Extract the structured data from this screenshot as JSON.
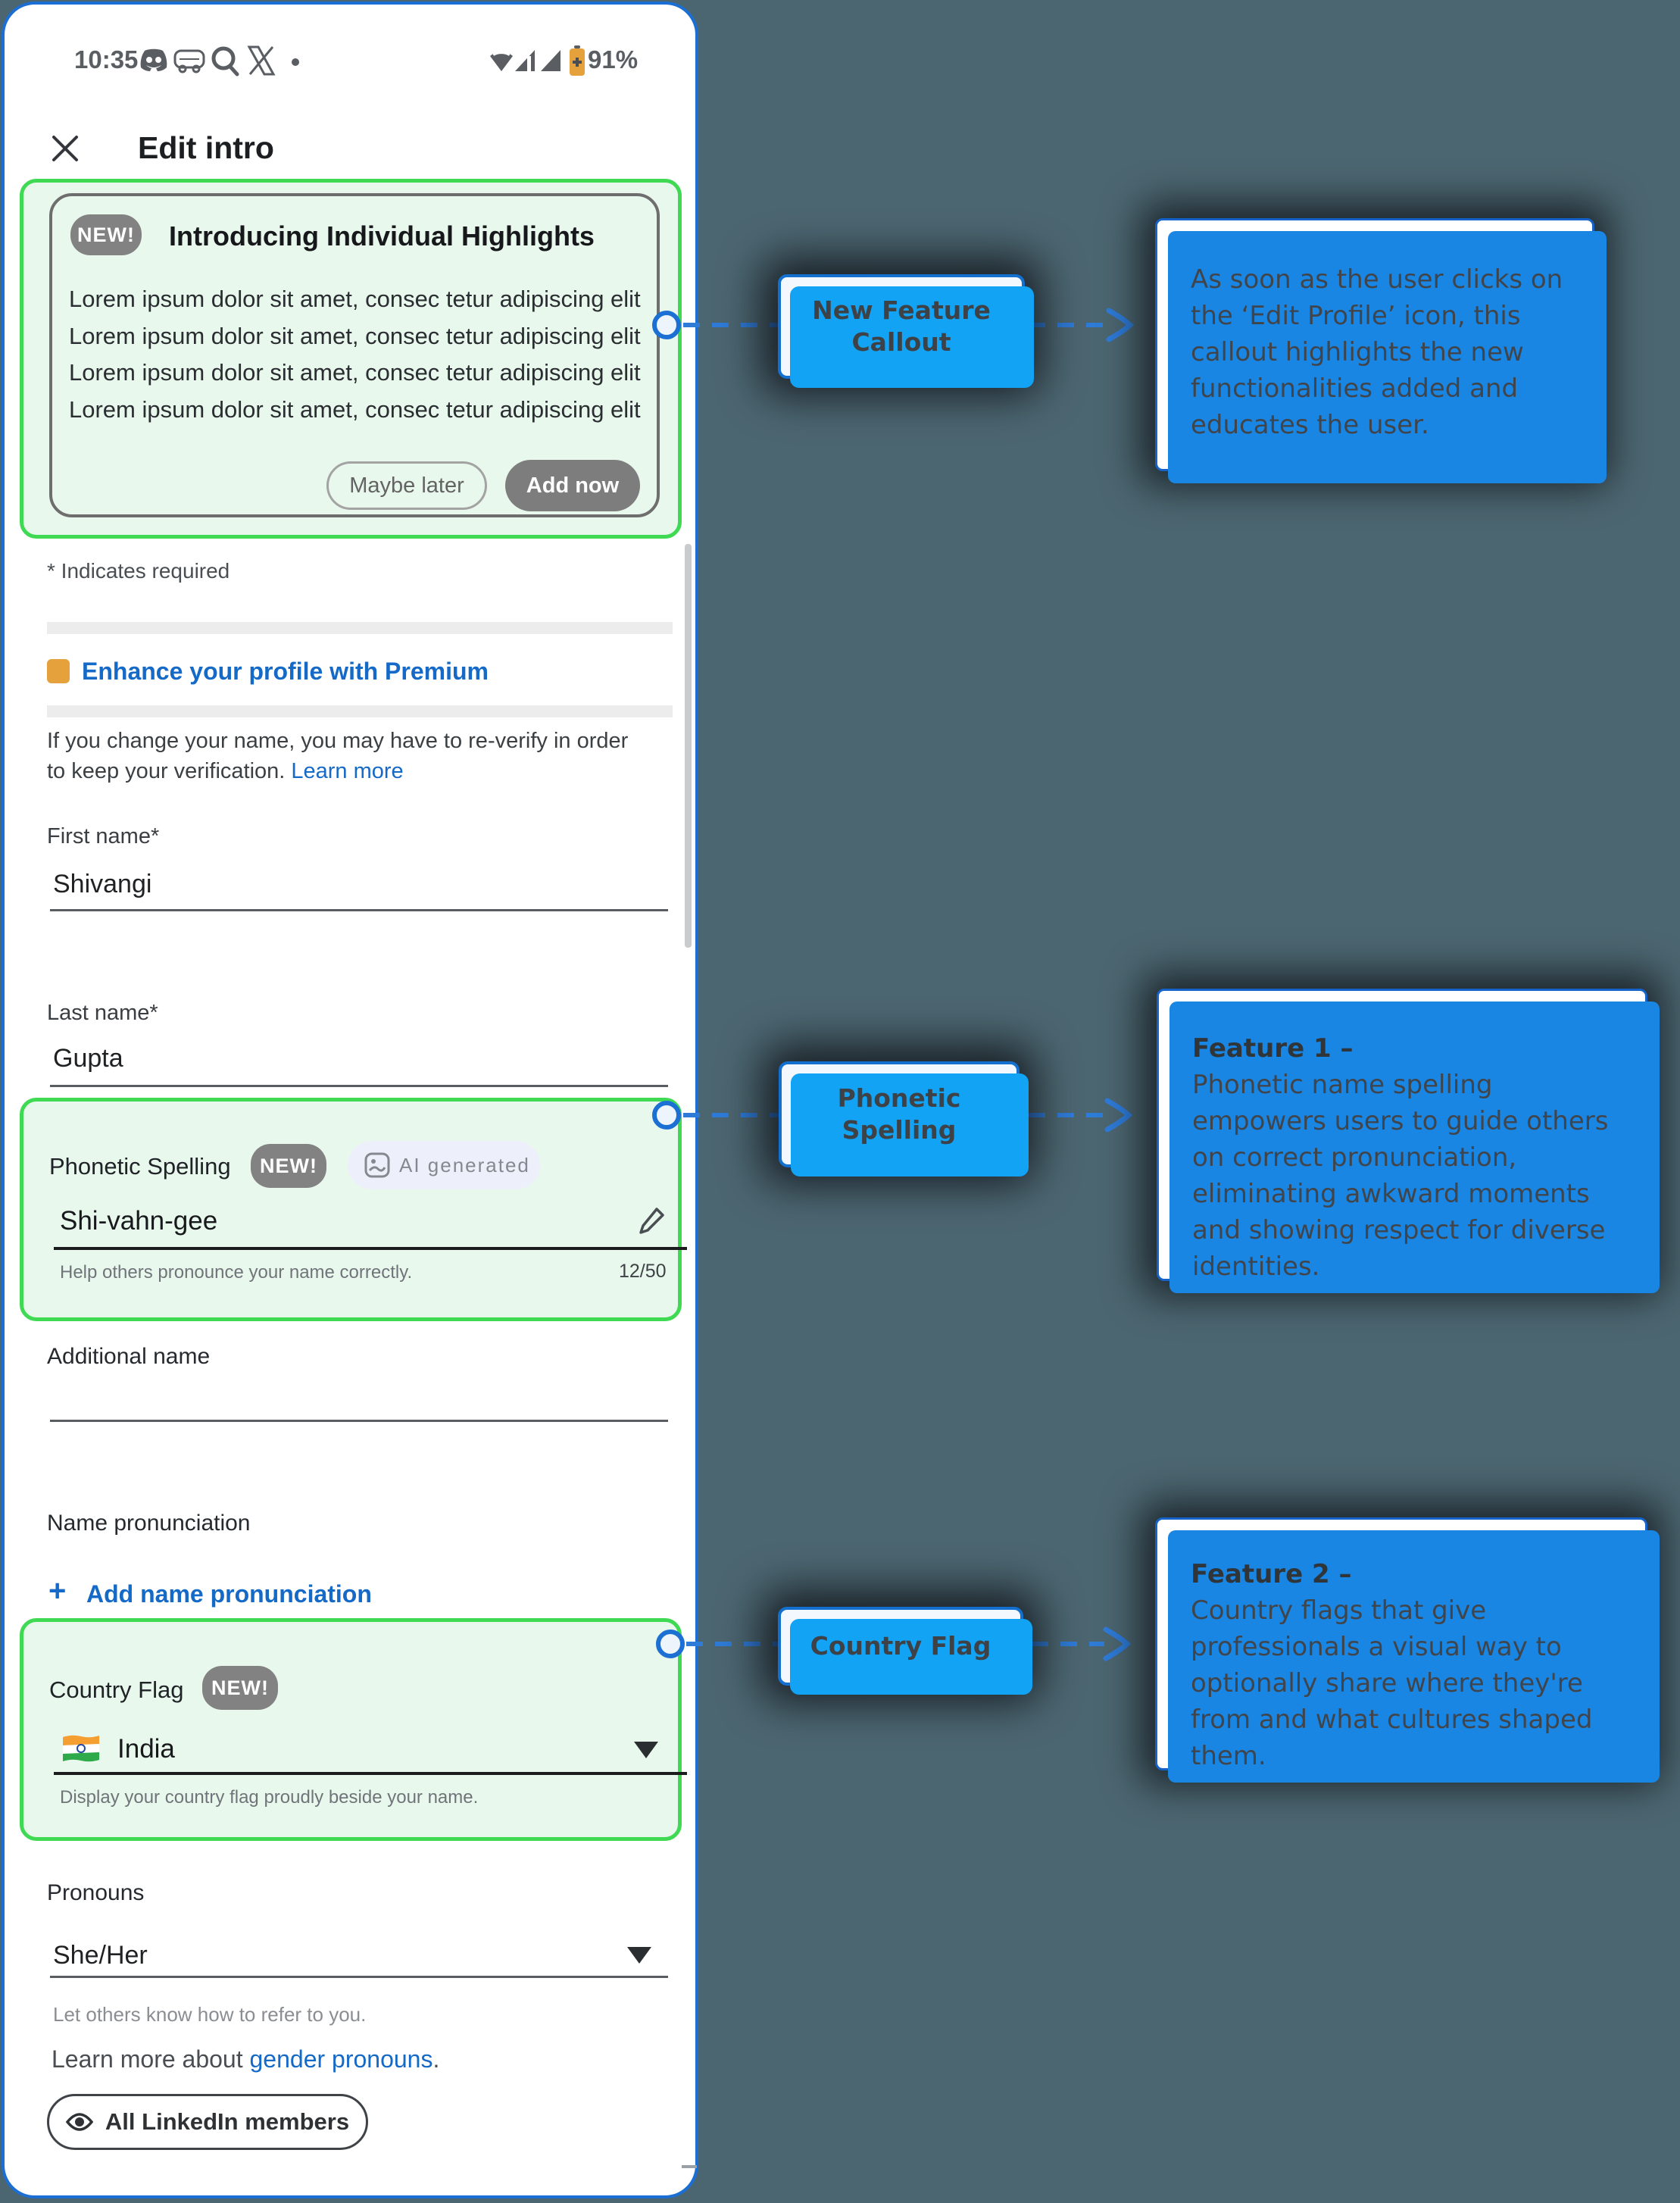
{
  "status_bar": {
    "time": "10:35",
    "battery": "91%"
  },
  "header": {
    "title": "Edit intro"
  },
  "intro_card": {
    "badge": "NEW!",
    "title": "Introducing Individual Highlights",
    "lines": [
      "Lorem ipsum dolor sit amet, consec tetur adipiscing elit",
      "Lorem ipsum dolor sit amet, consec tetur adipiscing elit",
      "Lorem ipsum dolor sit amet, consec tetur adipiscing elit",
      "Lorem ipsum dolor sit amet, consec tetur adipiscing elit"
    ],
    "maybe_later": "Maybe later",
    "add_now": "Add now"
  },
  "form": {
    "indicates_required": "* Indicates required",
    "premium_link": "Enhance your profile with Premium",
    "verify_line1": "If you change your name, you may have to re-verify in order",
    "verify_line2": "to keep your verification.",
    "learn_more": "Learn more",
    "first_name": {
      "label": "First name*",
      "value": "Shivangi"
    },
    "last_name": {
      "label": "Last name*",
      "value": "Gupta"
    },
    "phonetic": {
      "label": "Phonetic Spelling",
      "badge": "NEW!",
      "chip": "AI generated",
      "value": "Shi-vahn-gee",
      "help": "Help others pronounce your name correctly.",
      "counter": "12/50"
    },
    "additional_name": {
      "label": "Additional name",
      "value": ""
    },
    "name_pronunciation": {
      "label": "Name pronunciation",
      "add_link": "Add name pronunciation",
      "plus": "+"
    },
    "country_flag": {
      "label": "Country Flag",
      "badge": "NEW!",
      "value": "India",
      "help": "Display your country flag proudly beside your name."
    },
    "pronouns": {
      "label": "Pronouns",
      "value": "She/Her",
      "help": "Let others know how to refer to you.",
      "learn_prefix": "Learn more about ",
      "learn_link": "gender pronouns",
      "learn_suffix": "."
    },
    "visibility_button": "All LinkedIn members"
  },
  "annotations": {
    "callout1": {
      "label": "New Feature\nCallout",
      "text": "As soon as the user clicks on the ‘Edit Profile’ icon, this callout highlights the new functionalities added and educates the user."
    },
    "callout2": {
      "label": "Phonetic\nSpelling",
      "heading": "Feature 1 –",
      "text": "Phonetic name spelling empowers users to guide others on correct pronunciation, eliminating awkward moments and showing respect for diverse identities."
    },
    "callout3": {
      "label": "Country Flag",
      "heading": "Feature 2 –",
      "text": "Country flags that give professionals a visual way to optionally share where they're from and what cultures shaped them."
    }
  },
  "colors": {
    "background": "#4c6671",
    "phone_border": "#1b6ed3",
    "highlight_green": "#3fd954",
    "highlight_green_bg": "#e9f8ec",
    "link_blue": "#1569c7",
    "annotation_blue": "#1470cf",
    "annotation_offset_blue": "#12a3f4",
    "dash_blue": "#2e7bd8",
    "battery_orange": "#e5a13b"
  }
}
